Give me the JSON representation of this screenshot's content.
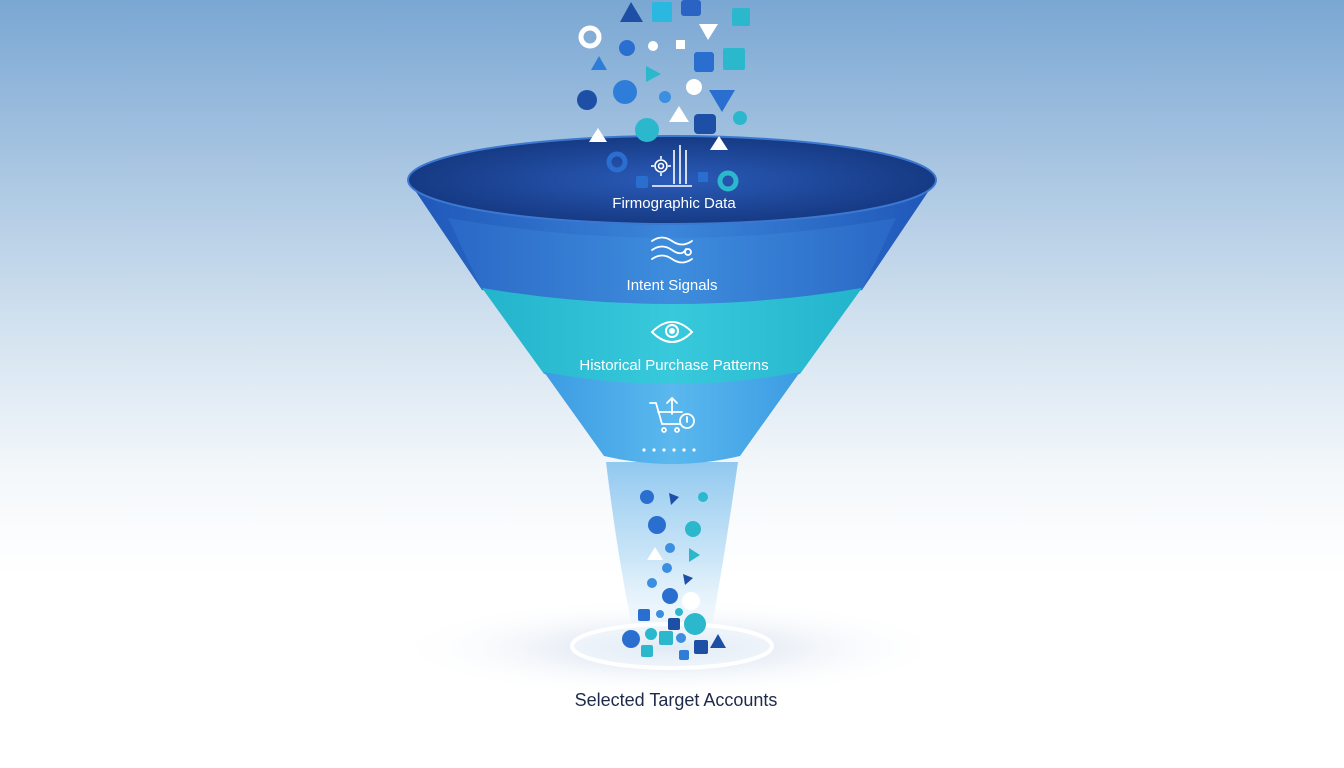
{
  "funnel": {
    "stages": [
      {
        "label": "Firmographic Data",
        "icon": "gear-chart-icon",
        "color": "#2f6fcf"
      },
      {
        "label": "Intent Signals",
        "icon": "wave-signal-icon",
        "color": "#2f7fd0"
      },
      {
        "label": "Historical Purchase Patterns",
        "icon": "eye-icon",
        "color": "#2bbccc"
      },
      {
        "label": "",
        "icon": "cart-upload-icon",
        "color": "#46a8e6"
      }
    ],
    "rim_color": "#1c3f8c",
    "accent_colors": [
      "#1d4fa6",
      "#2e7dd8",
      "#2bb8cc",
      "#ffffff"
    ]
  },
  "result": {
    "label": "Selected Target Accounts"
  }
}
